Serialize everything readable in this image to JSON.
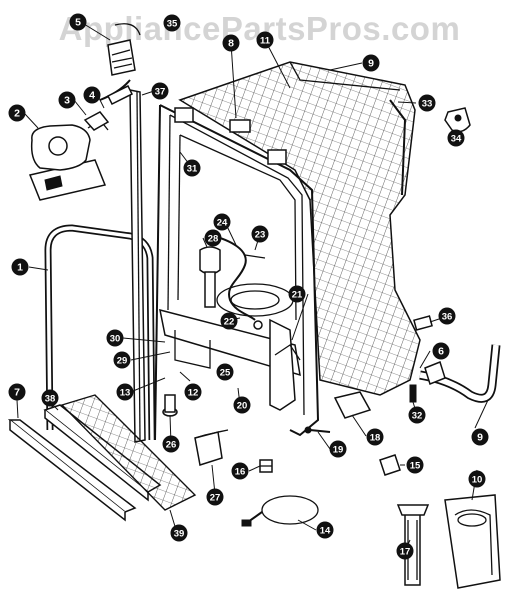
{
  "watermark": "AppliancePartsPros.com",
  "callouts": [
    "1",
    "2",
    "3",
    "4",
    "5",
    "6",
    "7",
    "8",
    "9",
    "9",
    "10",
    "11",
    "12",
    "13",
    "14",
    "15",
    "16",
    "17",
    "18",
    "19",
    "20",
    "21",
    "22",
    "23",
    "24",
    "25",
    "26",
    "27",
    "28",
    "29",
    "30",
    "31",
    "32",
    "33",
    "34",
    "35",
    "36",
    "37",
    "38",
    "39"
  ]
}
